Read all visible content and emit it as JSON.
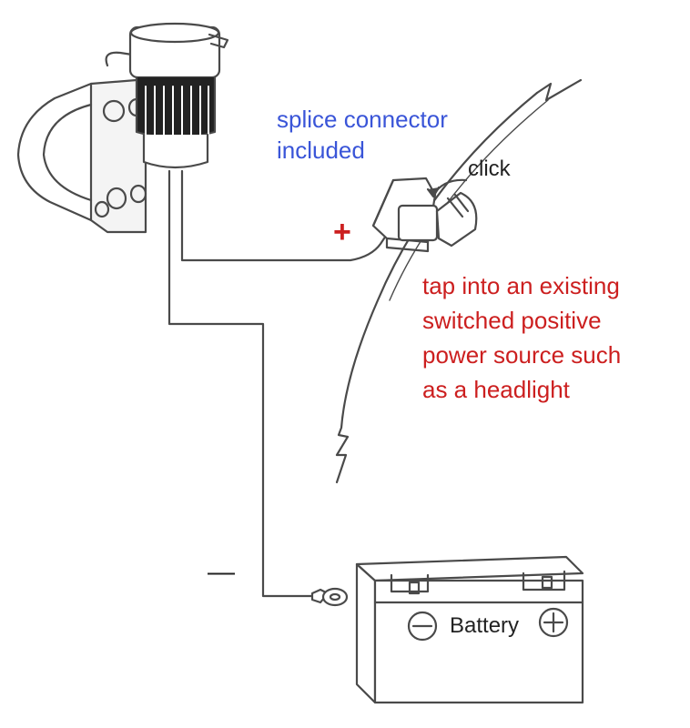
{
  "labels": {
    "splice_line1": "splice connector",
    "splice_line2": "included",
    "click": "click",
    "plus": "+",
    "minus": "—",
    "tap_line1": "tap into an existing",
    "tap_line2": "switched positive",
    "tap_line3": "power source such",
    "tap_line4": "as a headlight",
    "battery": "Battery"
  },
  "colors": {
    "annotation_blue": "#3a55d8",
    "annotation_red": "#cc1f1f",
    "line_art": "#4a4a4a"
  },
  "icons": [
    "power-socket-icon",
    "handlebar-clamp-icon",
    "splice-connector-icon",
    "ring-terminal-icon",
    "battery-icon",
    "minus-terminal-icon",
    "plus-terminal-icon"
  ]
}
